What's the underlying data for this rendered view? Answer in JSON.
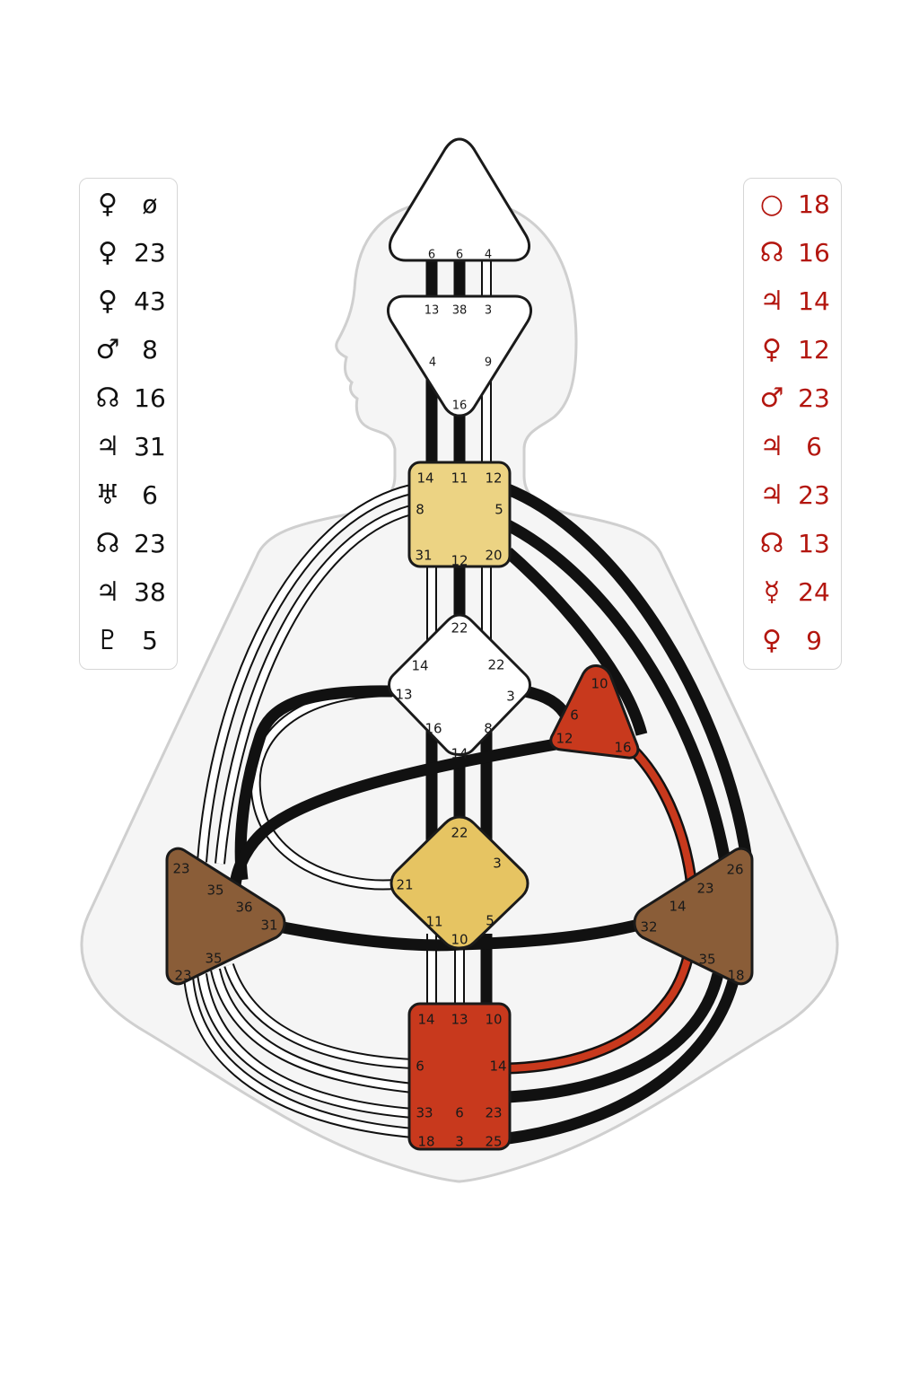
{
  "colors": {
    "silhouette_fill": "#f5f5f5",
    "silhouette_stroke": "#cfcfcf",
    "channel_defined": "#111111",
    "channel_open": "#ffffff",
    "channel_red": "#c8391d",
    "center_white": "#ffffff",
    "center_yellow": "#ecd383",
    "center_yellow_dark": "#e6c462",
    "center_brown": "#8a5d38",
    "center_red": "#c8391d",
    "planet_left": "#111111",
    "planet_right": "#b3160f"
  },
  "left_panel": [
    {
      "icon": "venus-icon",
      "glyph": "♀",
      "value": "ø"
    },
    {
      "icon": "venus-icon",
      "glyph": "♀",
      "value": "23"
    },
    {
      "icon": "venus-icon",
      "glyph": "♀",
      "value": "43"
    },
    {
      "icon": "mars-icon",
      "glyph": "♂",
      "value": "8"
    },
    {
      "icon": "north-node-icon",
      "glyph": "☊",
      "value": "16"
    },
    {
      "icon": "jupiter-icon",
      "glyph": "♃",
      "value": "31"
    },
    {
      "icon": "uranus-icon",
      "glyph": "♅",
      "value": "6"
    },
    {
      "icon": "north-node-icon",
      "glyph": "☊",
      "value": "23"
    },
    {
      "icon": "jupiter-icon",
      "glyph": "♃",
      "value": "38"
    },
    {
      "icon": "pluto-icon",
      "glyph": "♇",
      "value": "5"
    }
  ],
  "right_panel": [
    {
      "icon": "sun-circle-icon",
      "glyph": "○",
      "value": "18"
    },
    {
      "icon": "north-node-icon",
      "glyph": "☊",
      "value": "16"
    },
    {
      "icon": "jupiter-icon",
      "glyph": "♃",
      "value": "14"
    },
    {
      "icon": "venus-icon",
      "glyph": "♀",
      "value": "12"
    },
    {
      "icon": "mars-icon",
      "glyph": "♂",
      "value": "23"
    },
    {
      "icon": "jupiter-icon",
      "glyph": "♃",
      "value": "6"
    },
    {
      "icon": "jupiter-icon",
      "glyph": "♃",
      "value": "23"
    },
    {
      "icon": "north-node-icon",
      "glyph": "☊",
      "value": "13"
    },
    {
      "icon": "mercury-icon",
      "glyph": "☿",
      "value": "24"
    },
    {
      "icon": "venus-icon",
      "glyph": "♀",
      "value": "9"
    }
  ],
  "gates": {
    "head": [
      "6",
      "6",
      "4"
    ],
    "ajna": [
      "13",
      "38",
      "3",
      "4",
      "9",
      "16"
    ],
    "throat": [
      "14",
      "11",
      "12",
      "8",
      "5",
      "31",
      "12",
      "20"
    ],
    "g": [
      "22",
      "14",
      "22",
      "13",
      "3",
      "16",
      "8",
      "14"
    ],
    "heart": [
      "10",
      "6",
      "12",
      "16"
    ],
    "sacral": [
      "22",
      "3",
      "21",
      "11",
      "5",
      "10"
    ],
    "spleen": [
      "23",
      "35",
      "36",
      "31",
      "35",
      "23"
    ],
    "solar": [
      "26",
      "23",
      "14",
      "32",
      "35",
      "18"
    ],
    "root": [
      "14",
      "13",
      "10",
      "6",
      "14",
      "33",
      "6",
      "23",
      "18",
      "3",
      "25"
    ]
  }
}
